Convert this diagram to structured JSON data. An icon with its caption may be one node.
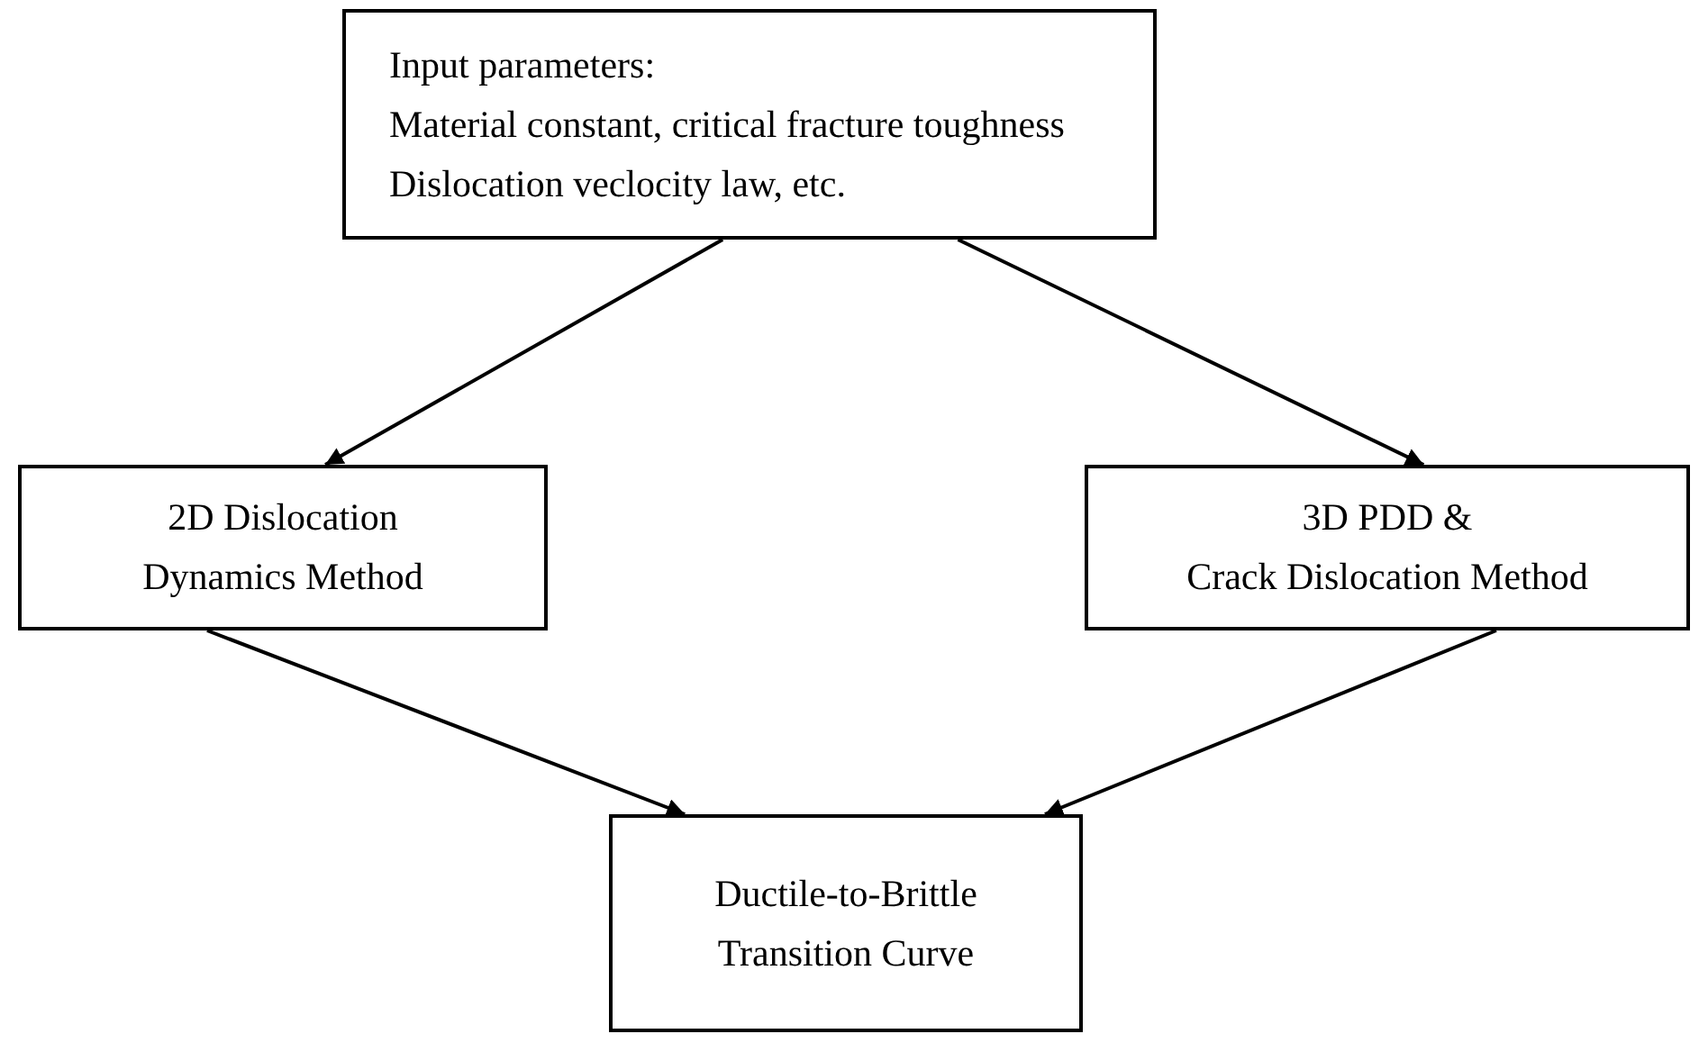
{
  "diagram": {
    "nodes": [
      {
        "text": [
          "Input parameters:",
          "Material constant, critical fracture toughness",
          "Dislocation veclocity law, etc."
        ]
      },
      {
        "text": [
          "2D Dislocation Dynamics Method"
        ]
      },
      {
        "text": [
          "3D PDD &",
          "Crack Dislocation Method"
        ]
      },
      {
        "text": [
          "Ductile-to-Brittle Transition Curve"
        ]
      }
    ],
    "edges": [
      {
        "from": 0,
        "to": 1,
        "arrow": "to"
      },
      {
        "from": 0,
        "to": 2,
        "arrow": "to"
      },
      {
        "from": 1,
        "to": 3,
        "arrow": "to"
      },
      {
        "from": 2,
        "to": 3,
        "arrow": "to"
      }
    ]
  }
}
